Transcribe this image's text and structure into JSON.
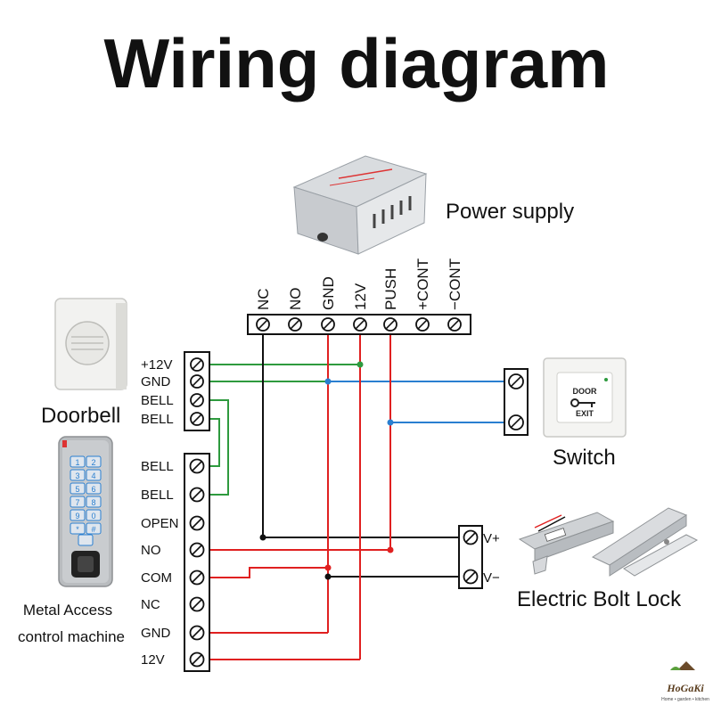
{
  "title": "Wiring diagram",
  "devices": {
    "power_supply": "Power supply",
    "doorbell": "Doorbell",
    "switch": "Switch",
    "access_machine_line1": "Metal Access",
    "access_machine_line2": "control machine",
    "bolt_lock": "Electric Bolt Lock"
  },
  "power_supply_terminals": [
    "NC",
    "NO",
    "GND",
    "12V",
    "PUSH",
    "+CONT",
    "−CONT"
  ],
  "doorbell_terminals": [
    "+12V",
    "GND",
    "BELL",
    "BELL"
  ],
  "controller_terminals": [
    "BELL",
    "BELL",
    "OPEN",
    "NO",
    "COM",
    "NC",
    "GND",
    "12V"
  ],
  "lock_terminals": [
    "V+",
    "V−"
  ],
  "switch_product": {
    "line1": "DOOR",
    "line2": "EXIT"
  },
  "keypad_keys": [
    "1",
    "2",
    "3",
    "4",
    "5",
    "6",
    "7",
    "8",
    "9",
    "0",
    "*",
    "#"
  ],
  "brand": {
    "name": "HoGaKi",
    "tagline": "Home • garden • kitchen"
  },
  "wire_colors": {
    "green": "#2e9a3e",
    "blue": "#2a7fd0",
    "red": "#e02020",
    "black": "#111111"
  }
}
